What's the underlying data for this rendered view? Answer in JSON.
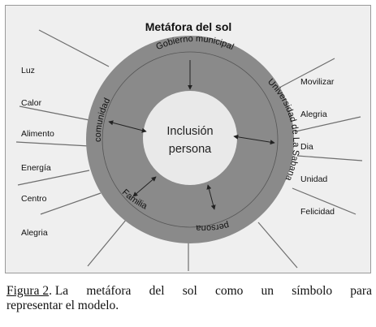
{
  "diagram": {
    "title": "Metáfora del sol",
    "center": {
      "line1": "Inclusión",
      "line2": "persona"
    },
    "ring_labels": {
      "top": "Gobierno municipal",
      "right": "Universidad de La Sabana",
      "left": "comunidad",
      "bottom_left": "Familia",
      "bottom": "persona"
    },
    "left_rays": [
      "Luz",
      "Calor",
      "Alimento",
      "Energía",
      "Centro",
      "Alegria"
    ],
    "right_rays": [
      "Movilizar",
      "Alegria",
      "Dia",
      "Unidad",
      "Felicidad"
    ]
  },
  "caption": {
    "figure_label": "Figura 2",
    "words": [
      ". La",
      "metáfora",
      "del",
      "sol",
      "como",
      "un",
      "símbolo",
      "para"
    ],
    "line2": "representar el modelo."
  }
}
